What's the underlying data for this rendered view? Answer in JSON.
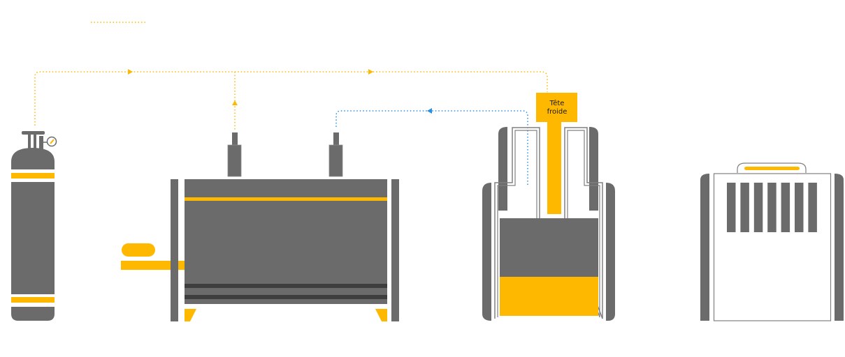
{
  "colors": {
    "gray": "#6b6b6b",
    "dark_gray": "#3e3e3e",
    "yellow": "#ffb800",
    "blue": "#2b8de0",
    "outline": "#808080",
    "white": "#ffffff"
  },
  "legend": {
    "sample_line": "yellow-dotted"
  },
  "components": {
    "gas_cylinder": {
      "name": "gas-cylinder",
      "gauge": "pressure-gauge"
    },
    "tank": {
      "name": "cryostat-tank",
      "ports": 2
    },
    "cryostat": {
      "name": "cryocooler-chamber",
      "cold_head_label_line1": "Tête",
      "cold_head_label_line2": "froide"
    },
    "compressor": {
      "name": "compressor",
      "vent_slots": 7
    }
  },
  "flows": [
    {
      "name": "helium-supply-line",
      "color": "yellow",
      "direction": "right"
    },
    {
      "name": "tank-return-line",
      "color": "yellow",
      "direction": "up"
    },
    {
      "name": "cryostat-to-tank-line",
      "color": "blue",
      "direction": "left"
    }
  ]
}
